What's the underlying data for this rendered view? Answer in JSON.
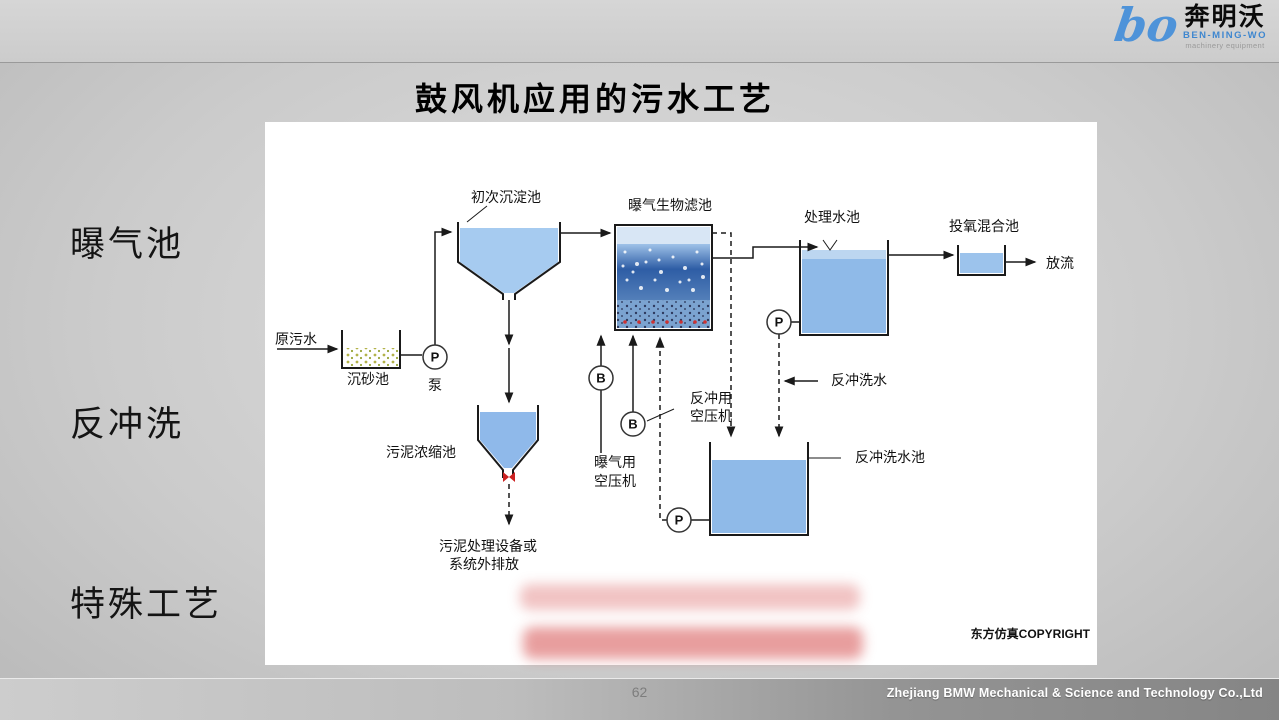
{
  "slide": {
    "title": "鼓风机应用的污水工艺",
    "page_number": "62",
    "footer_company": "Zhejiang BMW Mechanical &amp; Science and Technology Co.,Ltd"
  },
  "logo": {
    "mark": "bo",
    "name_cn": "奔明沃",
    "name_en": "BEN-MING-WO",
    "tagline": "machinery equipment"
  },
  "sidebar": {
    "items": [
      {
        "label": "曝气池"
      },
      {
        "label": "反冲洗"
      },
      {
        "label": "特殊工艺"
      }
    ]
  },
  "diagram": {
    "labels": {
      "raw_sewage": "原污水",
      "grit_tank": "沉砂池",
      "pump": "泵",
      "primary_tank": "初次沉淀池",
      "thickener": "污泥浓缩池",
      "biofilter": "曝气生物滤池",
      "aeration_comp_line1": "曝气用",
      "aeration_comp_line2": "空压机",
      "backwash_comp_line1": "反冲用",
      "backwash_comp_line2": "空压机",
      "treated_tank": "处理水池",
      "oxygen_mix_tank": "投氧混合池",
      "discharge": "放流",
      "backwash_water": "反冲洗水",
      "backwash_tank": "反冲洗水池",
      "sludge_line1": "污泥处理设备或",
      "sludge_line2": "系统外排放"
    },
    "symbols": {
      "pump": "P",
      "blower": "B"
    },
    "colors": {
      "water": "#8fbae8",
      "outline": "#1a1a1a",
      "symbol_red": "#cc2222",
      "logo_blue": "#4e93d9"
    },
    "copyright": "东方仿真COPYRIGHT"
  }
}
